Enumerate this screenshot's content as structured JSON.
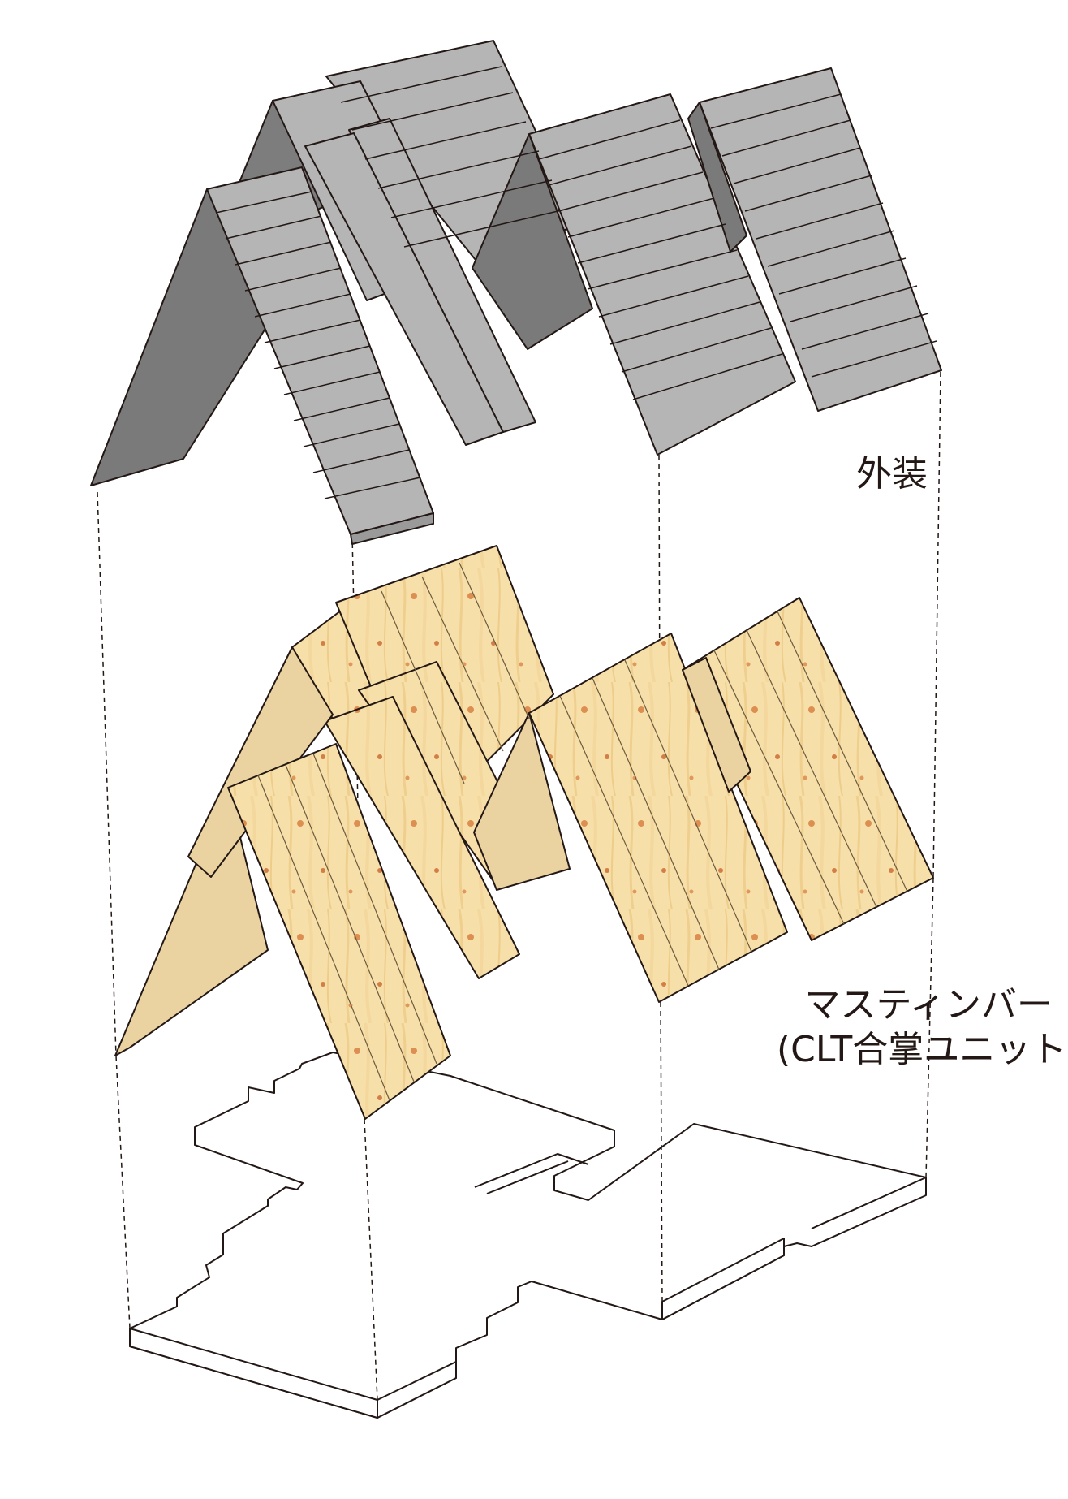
{
  "labels": {
    "exterior": "外装",
    "clt_line1": "マスティンバー",
    "clt_line2": "(CLT合掌ユニット)"
  },
  "colors": {
    "exterior_face": "#b5b5b5",
    "exterior_side": "#7a7a7a",
    "exterior_edge": "#cfcfcf",
    "wood_face": "#f7dfa9",
    "wood_side": "#ecd29a",
    "wood_knot": "#d67a3a",
    "outline": "#231815",
    "base_fill": "#ffffff"
  },
  "layers": [
    "exterior-cladding",
    "clt-rafter-units",
    "floor-slab"
  ]
}
